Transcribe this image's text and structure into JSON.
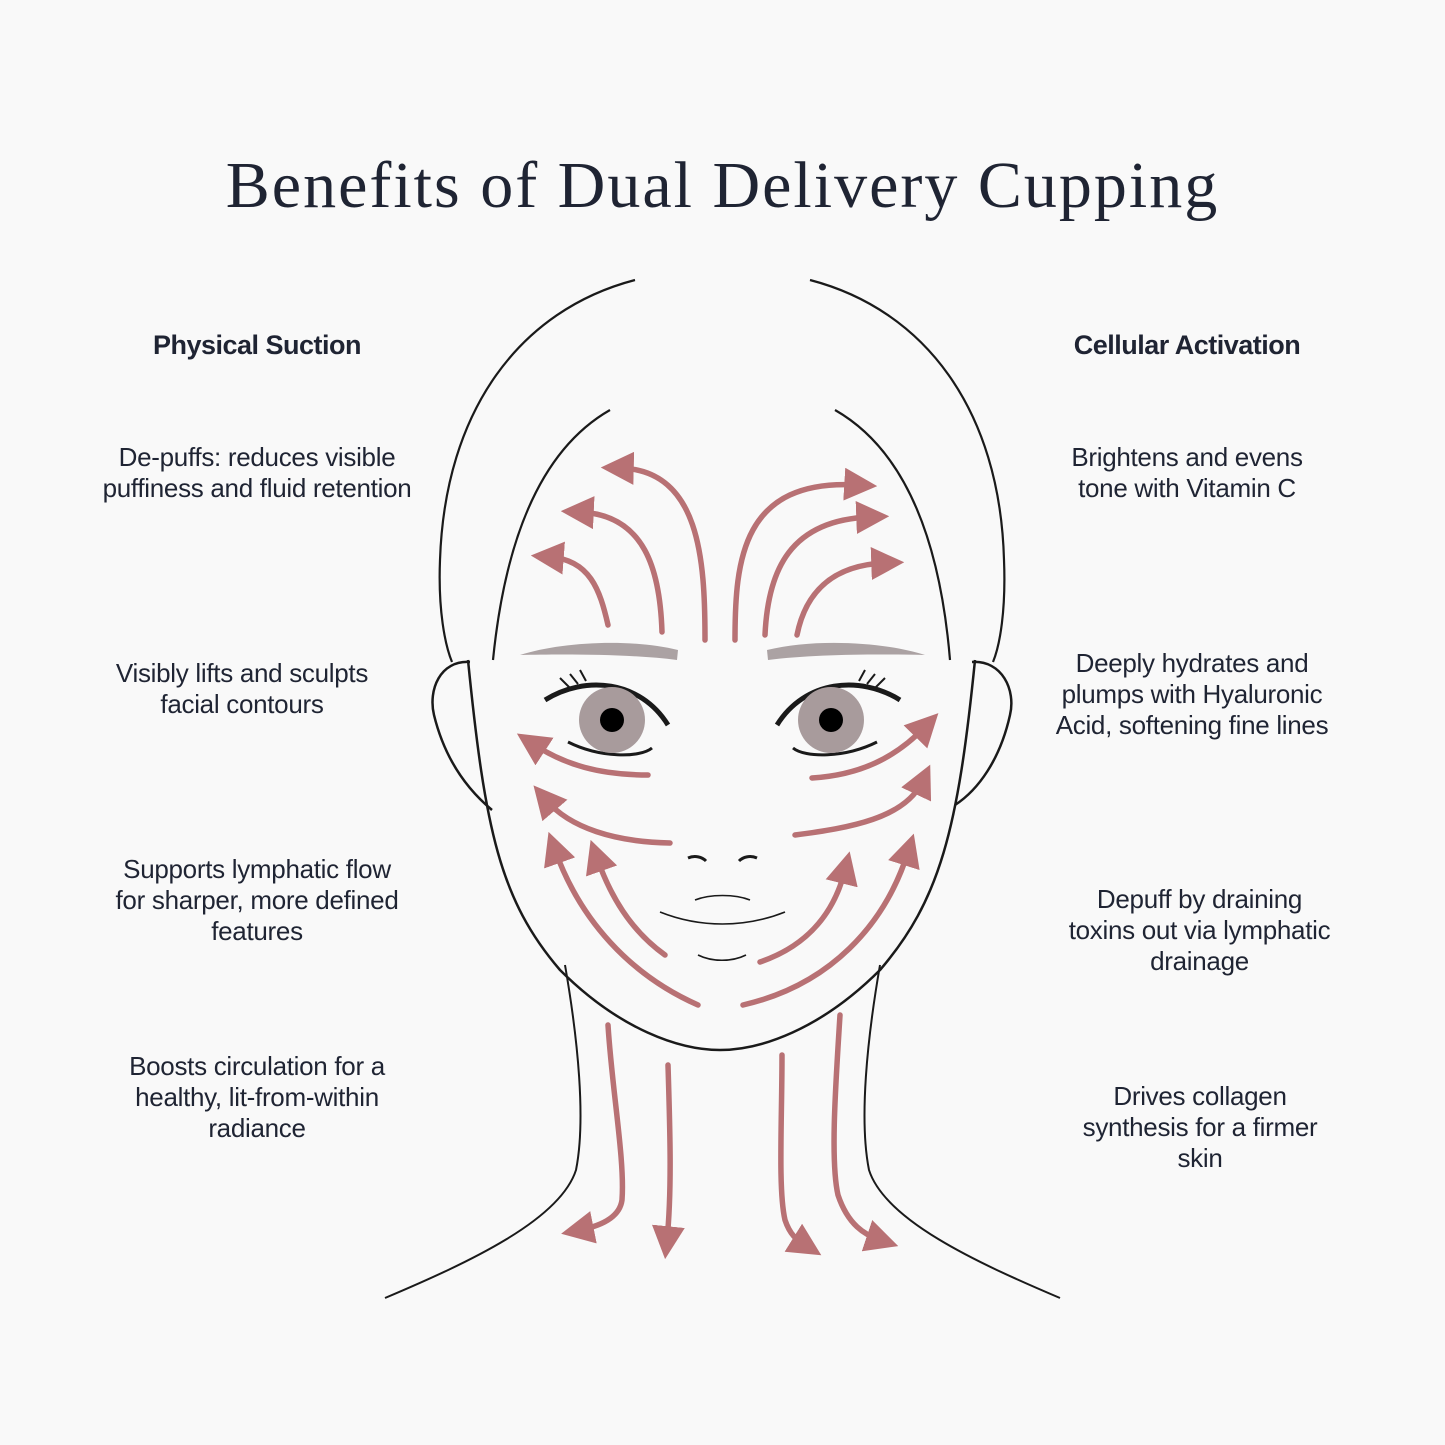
{
  "title": "Benefits of Dual Delivery Cupping",
  "left": {
    "heading": "Physical Suction",
    "items": [
      "De-puffs: reduces visible puffiness and fluid retention",
      "Visibly lifts and sculpts facial contours",
      "Supports lymphatic flow for sharper, more defined features",
      "Boosts circulation for a healthy, lit-from-within radiance"
    ]
  },
  "right": {
    "heading": "Cellular Activation",
    "items": [
      "Brightens and evens tone with Vitamin C",
      "Deeply hydrates and plumps with Hyaluronic Acid, softening fine lines",
      "Depuff by draining toxins out via lymphatic drainage",
      "Drives collagen synthesis for a firmer skin"
    ]
  },
  "colors": {
    "background": "#f9f9f9",
    "text": "#1f2433",
    "arrow": "#b87174",
    "brow": "#aba2a3",
    "iris": "#a89b9c",
    "outline": "#1a1a1a"
  }
}
